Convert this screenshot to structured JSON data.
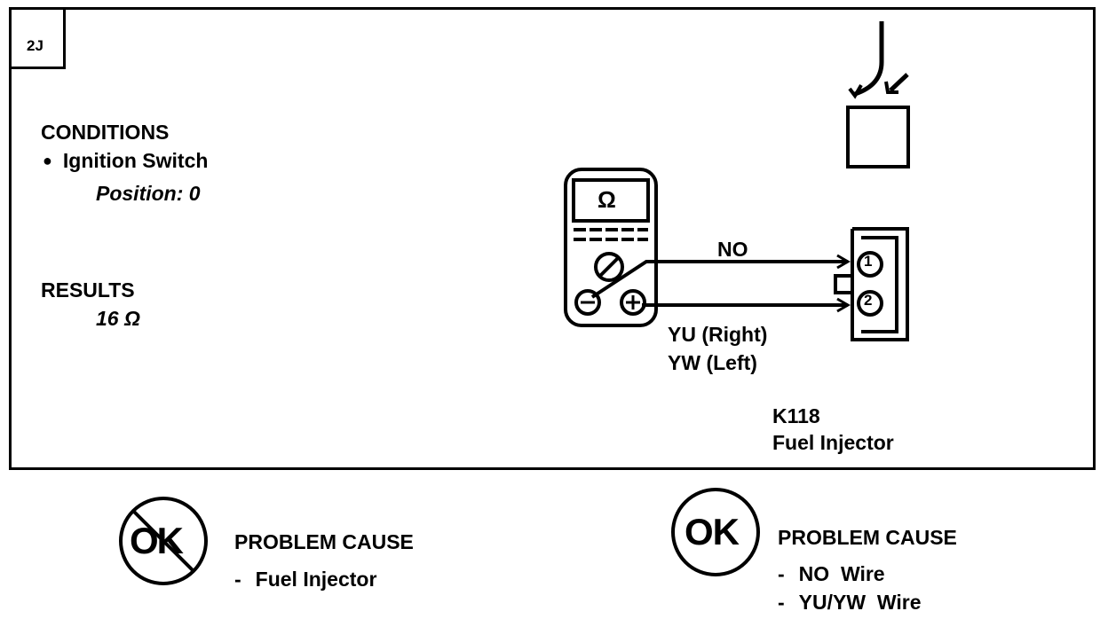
{
  "tag": "2J",
  "conditions": {
    "heading": "CONDITIONS",
    "item": "Ignition Switch",
    "position": "Position: 0"
  },
  "results": {
    "heading": "RESULTS",
    "value": "16 Ω"
  },
  "meter": {
    "symbol": "Ω"
  },
  "wires": {
    "top": "NO",
    "bottom_right": "YU (Right)",
    "bottom_left": "YW (Left)"
  },
  "connector": {
    "pin1": "1",
    "pin2": "2"
  },
  "component": {
    "code": "K118",
    "name": "Fuel Injector"
  },
  "outcome_not_ok": {
    "symbol": "OK",
    "heading": "PROBLEM CAUSE",
    "causes": [
      "Fuel Injector"
    ]
  },
  "outcome_ok": {
    "symbol": "OK",
    "heading": "PROBLEM CAUSE",
    "causes": [
      "NO  Wire",
      "YU/YW  Wire"
    ]
  }
}
